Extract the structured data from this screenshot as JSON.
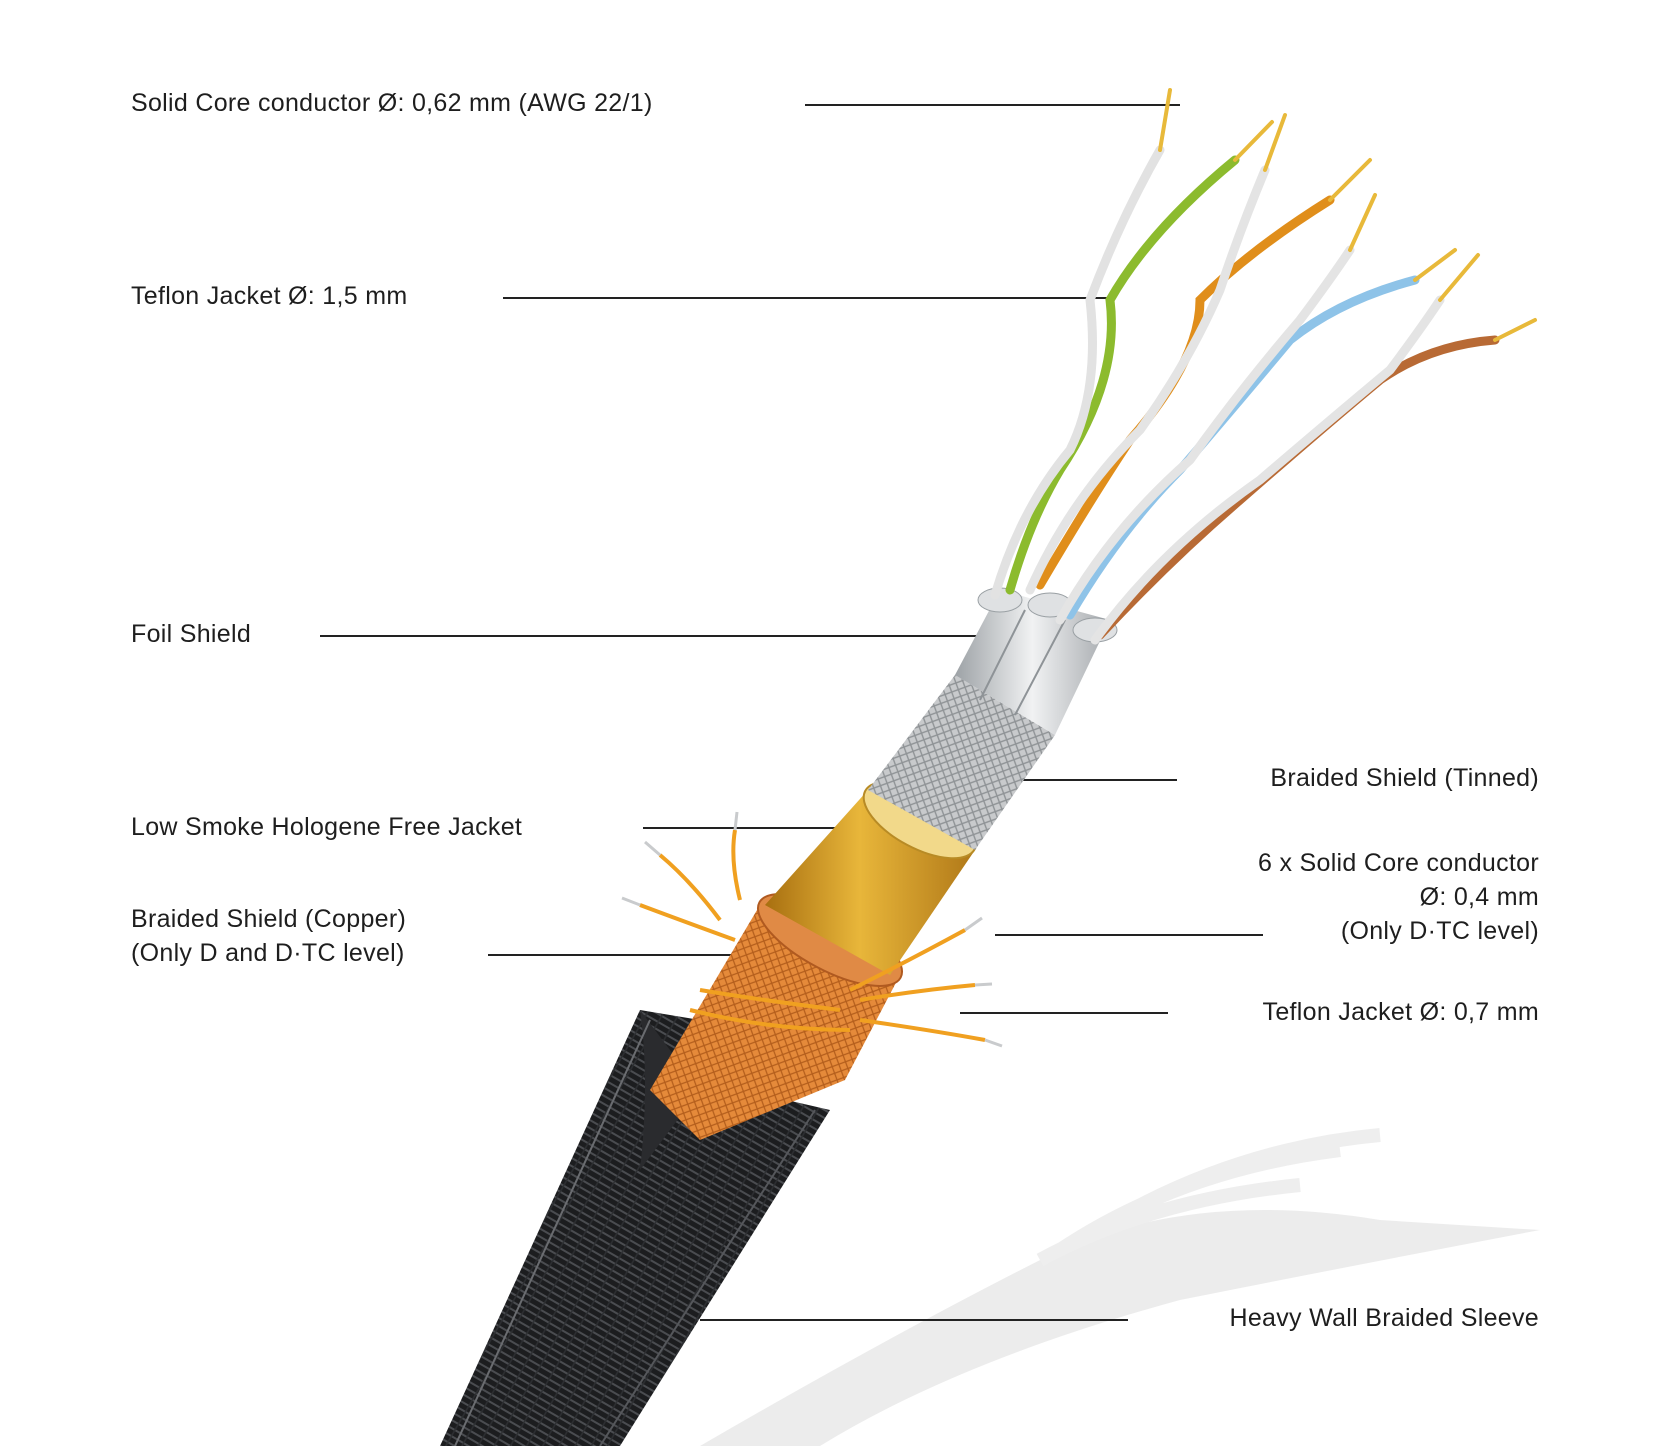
{
  "labels": {
    "solid_core": "Solid Core conductor Ø: 0,62 mm (AWG 22/1)",
    "teflon_large": "Teflon Jacket Ø: 1,5 mm",
    "foil_shield": "Foil Shield",
    "low_smoke": "Low Smoke Hologene Free Jacket",
    "braided_copper": [
      "Braided Shield (Copper)",
      "(Only D and D·TC level)"
    ],
    "braided_tinned": "Braided Shield (Tinned)",
    "solid_core_small": [
      "6 x Solid Core conductor",
      "Ø: 0,4 mm",
      "(Only D·TC level)"
    ],
    "teflon_small": "Teflon Jacket Ø: 0,7 mm",
    "sleeve": "Heavy Wall Braided Sleeve"
  },
  "colors": {
    "text": "#1e1e1e",
    "leader": "#222222",
    "sleeve": "#1c1d1f",
    "copper_braid": "#e58a3a",
    "hf_jacket": "#d9a32a",
    "tinned_braid": "#c8cacc",
    "foil": "#d6d8da",
    "pair_green": "#8cbb2e",
    "pair_orange": "#e08e1b",
    "pair_blue": "#8ec3e8",
    "pair_brown": "#b86a35",
    "pair_white": "#e4e4e4",
    "conductor_gold": "#e8b93a"
  }
}
